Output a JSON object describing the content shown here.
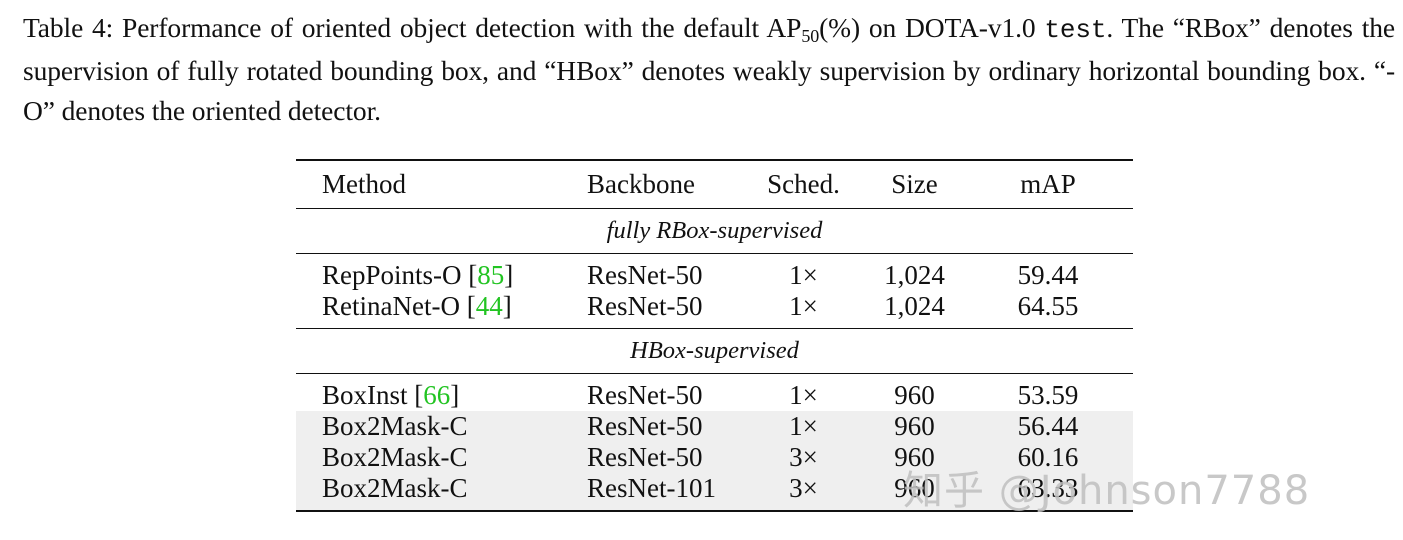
{
  "caption": {
    "lead": "Table 4: Performance of oriented object detection with the default AP",
    "sub": "50",
    "mid": "(%) on DOTA-v1.0 ",
    "code": "test",
    "tail": ". The “RBox” denotes the supervision of fully rotated bounding box, and “HBox” denotes weakly supervision by ordinary horizontal bounding box. “-O” denotes the oriented detector."
  },
  "table": {
    "headers": {
      "method": "Method",
      "backbone": "Backbone",
      "sched": "Sched.",
      "size": "Size",
      "map": "mAP"
    },
    "sections": [
      {
        "title": "fully RBox-supervised",
        "rows": [
          {
            "name": "RepPoints-O [",
            "ref": "85",
            "close": "]",
            "backbone": "ResNet-50",
            "sched": "1×",
            "size": "1,024",
            "map": "59.44"
          },
          {
            "name": "RetinaNet-O [",
            "ref": "44",
            "close": "]",
            "backbone": "ResNet-50",
            "sched": "1×",
            "size": "1,024",
            "map": "64.55"
          }
        ]
      },
      {
        "title": "HBox-supervised",
        "rows": [
          {
            "name": "BoxInst [",
            "ref": "66",
            "close": "]",
            "backbone": "ResNet-50",
            "sched": "1×",
            "size": "960",
            "map": "53.59"
          },
          {
            "name": "Box2Mask-C",
            "backbone": "ResNet-50",
            "sched": "1×",
            "size": "960",
            "map": "56.44"
          },
          {
            "name": "Box2Mask-C",
            "backbone": "ResNet-50",
            "sched": "3×",
            "size": "960",
            "map": "60.16"
          },
          {
            "name": "Box2Mask-C",
            "backbone": "ResNet-101",
            "sched": "3×",
            "size": "960",
            "map": "63.33"
          }
        ]
      }
    ]
  },
  "watermark": "知乎 @Johnson7788",
  "colors": {
    "citation": "#22c422",
    "shade": "#efefef"
  }
}
